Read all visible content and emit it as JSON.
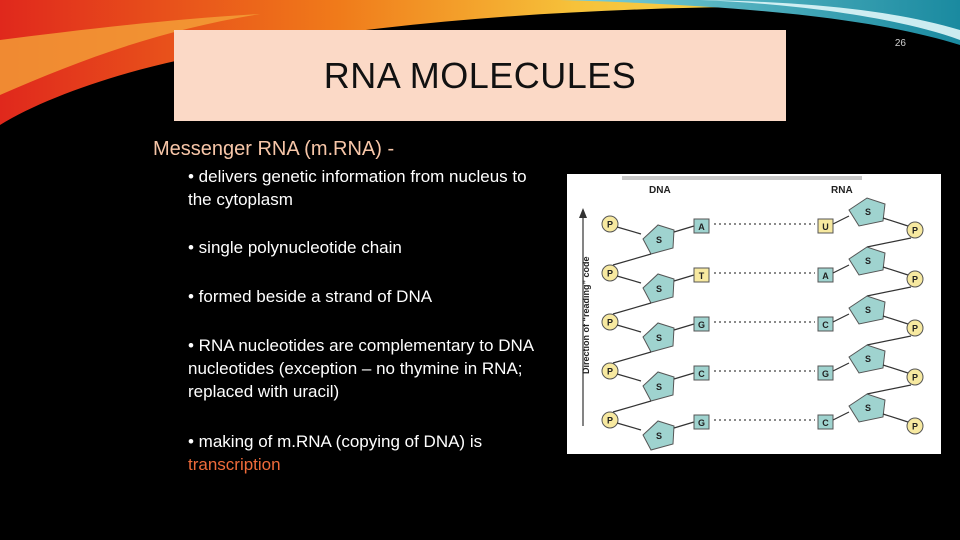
{
  "slide": {
    "title": "RNA MOLECULES",
    "page_number": "26",
    "heading": "Messenger RNA (m.RNA) -",
    "bullets": [
      {
        "text": "• delivers genetic information from nucleus to the cytoplasm"
      },
      {
        "text": "• single polynucleotide chain"
      },
      {
        "text": "• formed beside a strand of DNA"
      },
      {
        "text": "• RNA nucleotides are complementary to DNA nucleotides (exception – no thymine in RNA; replaced with uracil)"
      },
      {
        "prefix": "• making of m.RNA (copying of DNA) is ",
        "highlight": "transcription"
      }
    ],
    "colors": {
      "title_bg": "#fbd9c6",
      "heading": "#f7c6a8",
      "highlight": "#ef6b3a"
    }
  },
  "figure": {
    "dna_label": "DNA",
    "rna_label": "RNA",
    "axis_label": "Direction of “reading” code",
    "phosphate": "P",
    "sugar": "S",
    "dna_bases": [
      "A",
      "T",
      "G",
      "C",
      "G"
    ],
    "rna_bases": [
      "U",
      "A",
      "C",
      "G",
      "C"
    ]
  }
}
